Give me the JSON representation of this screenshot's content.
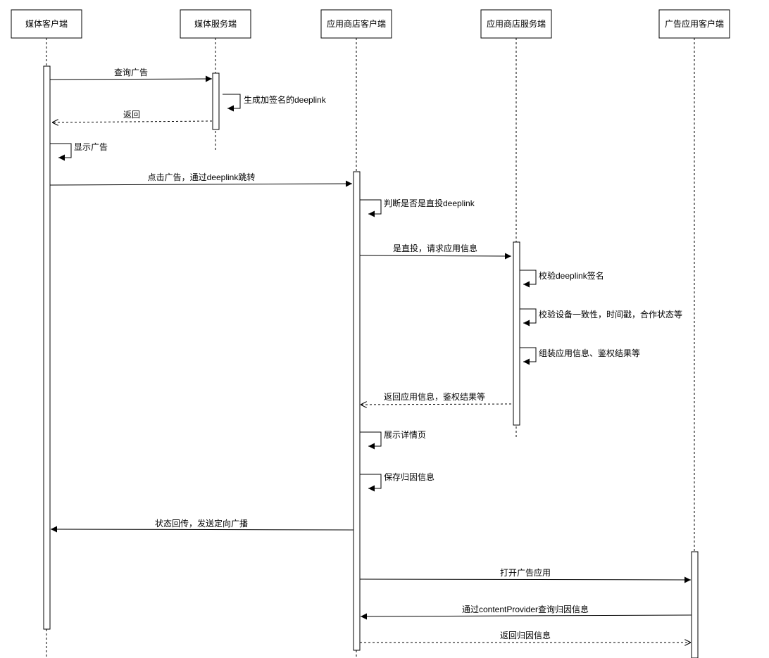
{
  "actors": [
    {
      "id": "media_client",
      "label": "媒体客户端"
    },
    {
      "id": "media_server",
      "label": "媒体服务端"
    },
    {
      "id": "store_client",
      "label": "应用商店客户端"
    },
    {
      "id": "store_server",
      "label": "应用商店服务端"
    },
    {
      "id": "ad_app_client",
      "label": "广告应用客户端"
    }
  ],
  "messages": [
    {
      "id": "m1",
      "from": "media_client",
      "to": "media_server",
      "label": "查询广告",
      "style": "solid"
    },
    {
      "id": "m2",
      "from": "media_server",
      "to": "media_server",
      "label": "生成加签名的deeplink",
      "style": "self"
    },
    {
      "id": "m3",
      "from": "media_server",
      "to": "media_client",
      "label": "返回",
      "style": "dashed"
    },
    {
      "id": "m4",
      "from": "media_client",
      "to": "media_client",
      "label": "显示广告",
      "style": "self"
    },
    {
      "id": "m5",
      "from": "media_client",
      "to": "store_client",
      "label": "点击广告，通过deeplink跳转",
      "style": "solid"
    },
    {
      "id": "m6",
      "from": "store_client",
      "to": "store_client",
      "label": "判断是否是直投deeplink",
      "style": "self"
    },
    {
      "id": "m7",
      "from": "store_client",
      "to": "store_server",
      "label": "是直投，请求应用信息",
      "style": "solid"
    },
    {
      "id": "m8",
      "from": "store_server",
      "to": "store_server",
      "label": "校验deeplink签名",
      "style": "self"
    },
    {
      "id": "m9",
      "from": "store_server",
      "to": "store_server",
      "label": "校验设备一致性，时间戳，合作状态等",
      "style": "self"
    },
    {
      "id": "m10",
      "from": "store_server",
      "to": "store_server",
      "label": "组装应用信息、鉴权结果等",
      "style": "self"
    },
    {
      "id": "m11",
      "from": "store_server",
      "to": "store_client",
      "label": "返回应用信息，鉴权结果等",
      "style": "dashed"
    },
    {
      "id": "m12",
      "from": "store_client",
      "to": "store_client",
      "label": "展示详情页",
      "style": "self"
    },
    {
      "id": "m13",
      "from": "store_client",
      "to": "store_client",
      "label": "保存归因信息",
      "style": "self"
    },
    {
      "id": "m14",
      "from": "store_client",
      "to": "media_client",
      "label": "状态回传，发送定向广播",
      "style": "solid"
    },
    {
      "id": "m15",
      "from": "store_client",
      "to": "ad_app_client",
      "label": "打开广告应用",
      "style": "solid"
    },
    {
      "id": "m16",
      "from": "ad_app_client",
      "to": "store_client",
      "label": "通过contentProvider查询归因信息",
      "style": "solid"
    },
    {
      "id": "m17",
      "from": "store_client",
      "to": "ad_app_client",
      "label": "返回归因信息",
      "style": "dashed"
    }
  ]
}
